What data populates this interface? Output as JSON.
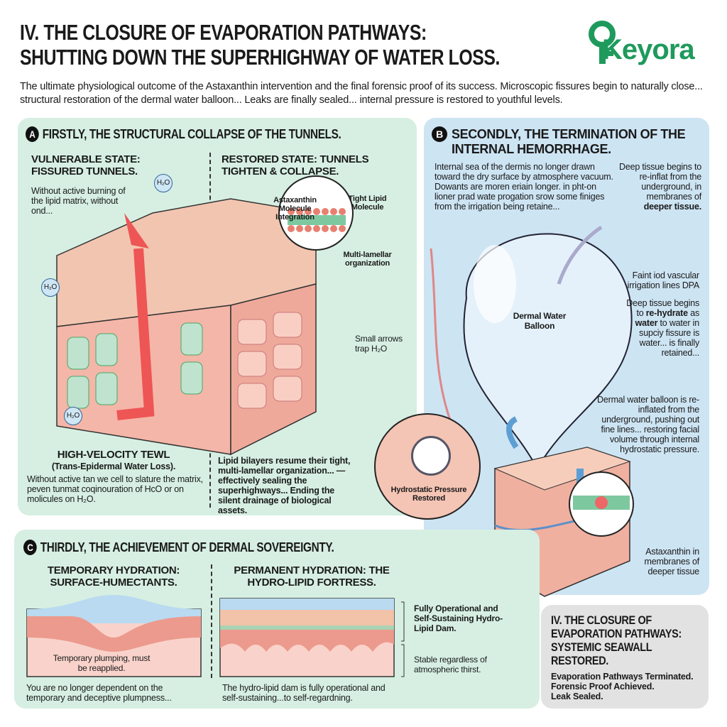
{
  "header": {
    "title_line1": "IV. The Closure of Evaporation Pathways:",
    "title_line2": "Shutting Down the Superhighway of Water Loss.",
    "subtitle": "The ultimate physiological outcome of the Astaxanthin intervention and the final forensic proof of its success. Microscopic fissures begin to naturally close... structural restoration of the dermal water balloon... Leaks are finally sealed... internal pressure is restored to youthful levels.",
    "logo": "Keyora",
    "brand_color": "#1e9a5c"
  },
  "panel_a": {
    "badge": "A",
    "title": "Firstly, the Structural Collapse of the Tunnels.",
    "left_heading": "Vulnerable State: Fissured Tunnels.",
    "left_text": "Without active burning of the lipid matrix, without ond...",
    "right_heading": "Restored State: Tunnels Tighten & Collapse.",
    "astaxanthin_label": "Astaxanthin Molecule Integration",
    "tight_lipid_label": "Tight Lipid Molecule",
    "multilamellar_label": "Multi-lamellar organization",
    "small_arrows_label": "Small arrows trap H₂O",
    "h2o": "H₂O",
    "tewl_heading": "HIGH-VELOCITY TEWL",
    "tewl_sub": "(Trans-Epidermal Water Loss).",
    "tewl_text": "Without active tan we cell to slature the matrix, peven tunmat coqinouration of HcO or on molicules on H₂O.",
    "restored_text": "Lipid bilayers resume their tight, multi-lamellar organization... —effectively sealing the superhighways... Ending the silent drainage of biological assets."
  },
  "panel_b": {
    "badge": "B",
    "title": "Secondly, the Termination of the Internal Hemorrhage.",
    "left_text": "Internal sea of the dermis no longer drawn toward the dry surface by atmosphere vacuum. Dowants are moren eriain longer.  in pht-on lioner prad wate progation srow some finiges from the irrigation being retaine...",
    "right_text": "Deep tissue begins to re-inflat from the underground, in membranes of",
    "right_text_bold": "deeper tissue.",
    "vascular_label": "Faint iod vascular irrigation lines DPA",
    "balloon_label": "Dermal Water Balloon",
    "rehydrate_pre": "Deep tissue begins to",
    "rehydrate_b1": "re-hydrate",
    "rehydrate_mid": "as",
    "rehydrate_b2": "water",
    "rehydrate_post": "to water in supciy fissure is water... is finally retained...",
    "balloon_text": "Dermal water balloon is re-inflated from the underground, pushing out fine lines... restoring facial volume through internal hydrostatic pressure.",
    "pressure_label": "Hydrostatic Pressure Restored",
    "astaxanthin_label": "Astaxanthin in membranes of deeper tissue"
  },
  "panel_c": {
    "badge": "C",
    "title": "Thirdly, the Achievement of Dermal Sovereignty.",
    "left_heading": "Temporary Hydration: Surface-Humectants.",
    "left_caption": "Temporary plumping, must be reapplied.",
    "left_text": "You are no longer dependent on the temporary and deceptive plumpness...",
    "right_heading": "Permanent Hydration: The Hydro-Lipid Fortress.",
    "dam_label": "Fully Operational and Self-Sustaining Hydro-Lipid Dam.",
    "stable_label": "Stable regardless of atmospheric thirst.",
    "right_text": "The hydro-lipid dam is fully operational and self-sustaining...to self-regardning."
  },
  "summary": {
    "title": "IV. The Closure of Evaporation Pathways: Systemic Seawall Restored.",
    "lines": [
      "Evaporation Pathways Terminated.",
      "Forensic Proof Achieved.",
      "Leak Sealed."
    ]
  }
}
